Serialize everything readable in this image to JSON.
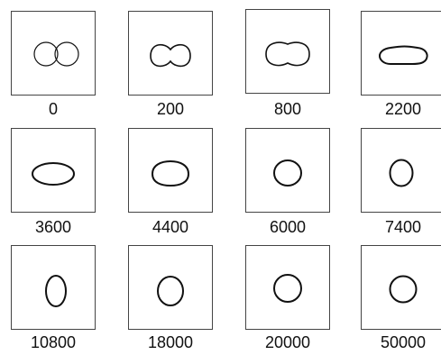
{
  "frames": [
    {
      "label": "0"
    },
    {
      "label": "200"
    },
    {
      "label": "800"
    },
    {
      "label": "2200"
    },
    {
      "label": "3600"
    },
    {
      "label": "4400"
    },
    {
      "label": "6000"
    },
    {
      "label": "7400"
    },
    {
      "label": "10800"
    },
    {
      "label": "18000"
    },
    {
      "label": "20000"
    },
    {
      "label": "50000"
    }
  ],
  "colors": {
    "stroke": "#111111",
    "frame": "#444444"
  }
}
